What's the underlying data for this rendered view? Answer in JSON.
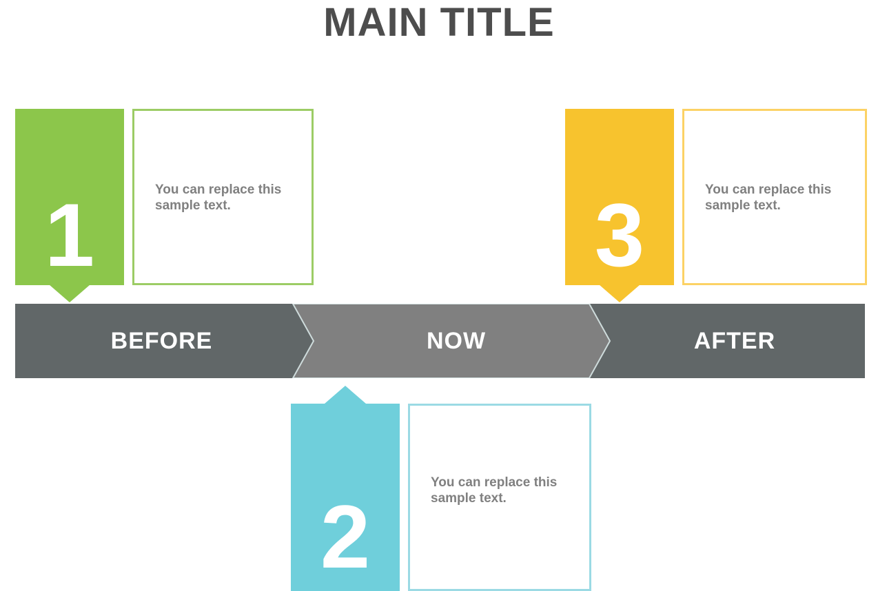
{
  "header": {
    "title": "MAIN TITLE"
  },
  "colors": {
    "green": "#8CC64B",
    "green_border": "#9CCC65",
    "yellow": "#F7C32E",
    "yellow_border": "#FCD265",
    "cyan": "#6FCFDB",
    "cyan_border": "#9BDAE4",
    "banner_dark": "#616768",
    "banner_light": "#808080",
    "title_text": "#4d4d4d",
    "body_text": "#808080",
    "label_text": "#ffffff"
  },
  "banner": {
    "segments": [
      {
        "id": "before",
        "label": "BEFORE",
        "fill": "#616768"
      },
      {
        "id": "now",
        "label": "NOW",
        "fill": "#808080"
      },
      {
        "id": "after",
        "label": "AFTER",
        "fill": "#616768"
      }
    ]
  },
  "steps": [
    {
      "id": "step1",
      "number": "1",
      "text": "You can replace this sample text.",
      "color": "#8CC64B",
      "border_color": "#9CCC65",
      "position": "above",
      "aligned_segment": "BEFORE"
    },
    {
      "id": "step2",
      "number": "2",
      "text": "You can replace this sample text.",
      "color": "#6FCFDB",
      "border_color": "#9BDAE4",
      "position": "below",
      "aligned_segment": "NOW"
    },
    {
      "id": "step3",
      "number": "3",
      "text": "You can replace this sample text.",
      "color": "#F7C32E",
      "border_color": "#FCD265",
      "position": "above",
      "aligned_segment": "AFTER"
    }
  ]
}
